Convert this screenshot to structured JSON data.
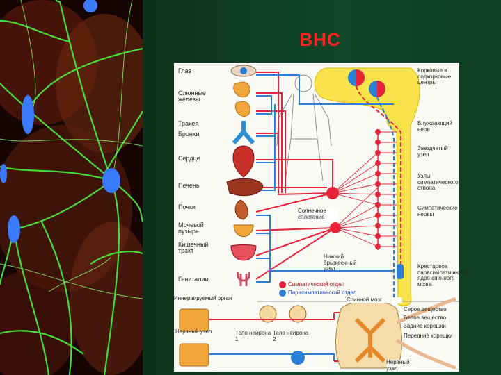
{
  "slide": {
    "title": "ВНС"
  },
  "organs": [
    "Глаз",
    "Слюнные железы",
    "Трахея",
    "Бронхи",
    "Сердце",
    "Печень",
    "Почки",
    "Мочевой пузырь",
    "Кишечный тракт",
    "Гениталии"
  ],
  "centers": [
    "Корковые и подкорковые центры",
    "Блуждающий нерв",
    "Звездчатый узел",
    "Узлы симпатического ствола",
    "Симпатические нервы",
    "Крестцовое парасимпатическое ядро спинного мозга"
  ],
  "ganglia": {
    "celiac": "Солнечное сплетение",
    "mesenteric": "Нижний брыжеечный узел"
  },
  "legend": {
    "sympathetic": "Симпатический отдел",
    "parasympathetic": "Парасимпатический отдел",
    "sympathetic_color": "#e8243a",
    "parasympathetic_color": "#2a7fd6"
  },
  "lower": {
    "left_top": "Иннервируемый орган",
    "spinal_label": "Спинной мозг",
    "gray_matter": "Серое вещество",
    "white_matter": "Белое вещество",
    "dorsal_root": "Задние корешки",
    "ventral_root": "Передние корешки",
    "nerve_node": "Нервный узел",
    "neuron1": "Тело нейрона 1",
    "neuron2": "Тело нейрона 2",
    "node_left": "Нервный узел"
  },
  "colors": {
    "sympathetic": "#e8243a",
    "parasympathetic": "#2a7fd6",
    "cns": "#f8e44a",
    "title": "#ff2222"
  }
}
